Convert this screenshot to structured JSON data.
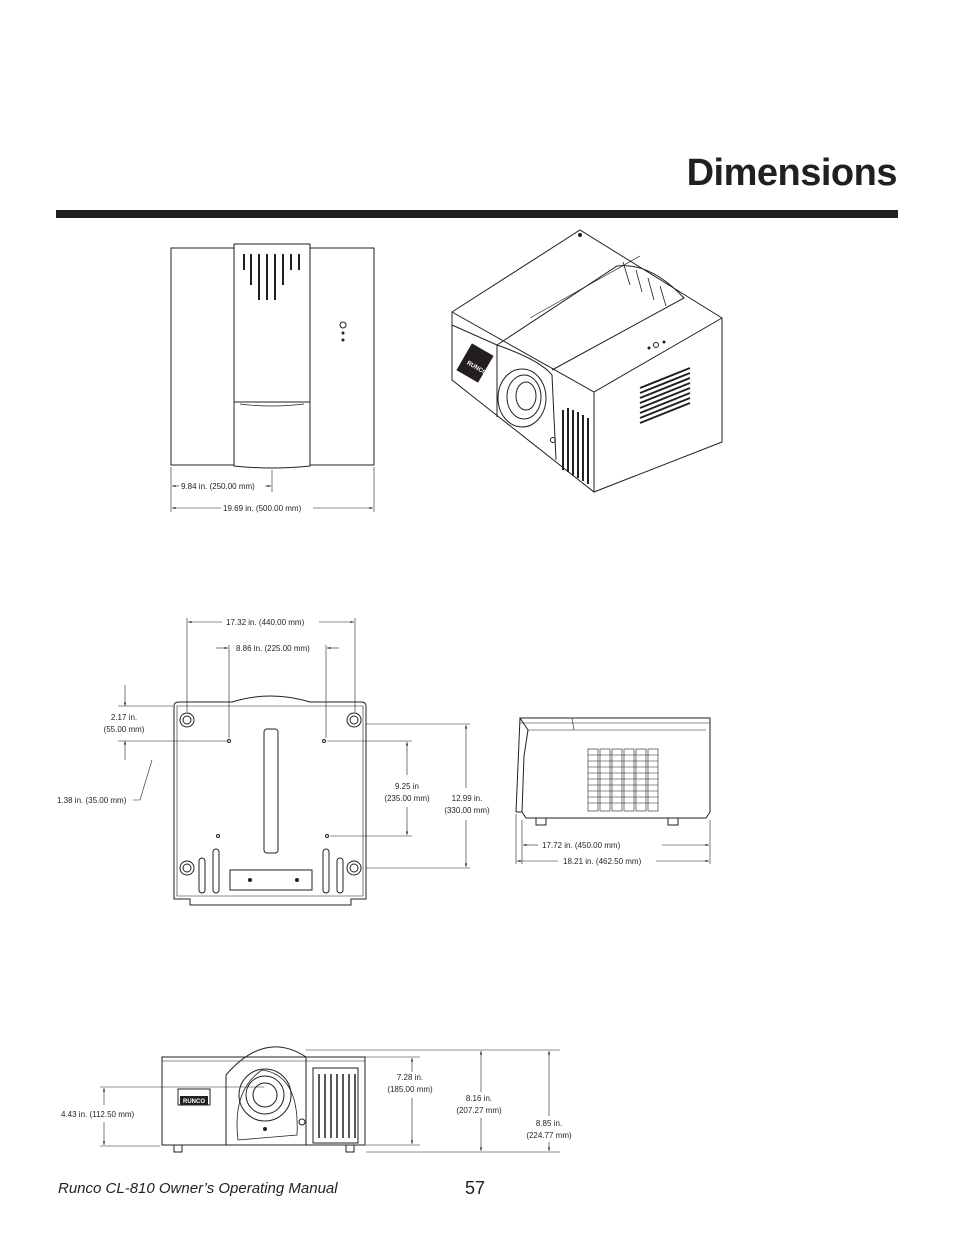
{
  "page": {
    "title": "Dimensions",
    "footer_manual": "Runco CL-810 Owner’s Operating Manual",
    "page_number": "57"
  },
  "logo_text": "RUNCO",
  "top_view": {
    "dim_half_width": "9.84 in. (250.00 mm)",
    "dim_full_width": "19.69 in. (500.00 mm)"
  },
  "bottom_view": {
    "dim_outer_feet": "17.32 in. (440.00 mm)",
    "dim_inner_feet": "8.86 in. (225.00 mm)",
    "dim_front_feet_line1": "2.17 in.",
    "dim_front_feet_line2": "(55.00 mm)",
    "dim_side_foot": "1.38 in. (35.00 mm)",
    "dim_feet_depth_line1": "9.25 in",
    "dim_feet_depth_line2": "(235.00 mm)",
    "dim_depth_line1": "12.99 in.",
    "dim_depth_line2": "(330.00 mm)"
  },
  "side_view": {
    "dim_length": "17.72 in. (450.00 mm)",
    "dim_overall_length": "18.21 in. (462.50 mm)"
  },
  "front_view": {
    "dim_lens_height": "4.43 in. (112.50 mm)",
    "dim_body_height_line1": "7.28 in.",
    "dim_body_height_line2": "(185.00 mm)",
    "dim_top_height_line1": "8.16 in.",
    "dim_top_height_line2": "(207.27 mm)",
    "dim_overall_height_line1": "8.85 in.",
    "dim_overall_height_line2": "(224.77 mm)"
  }
}
